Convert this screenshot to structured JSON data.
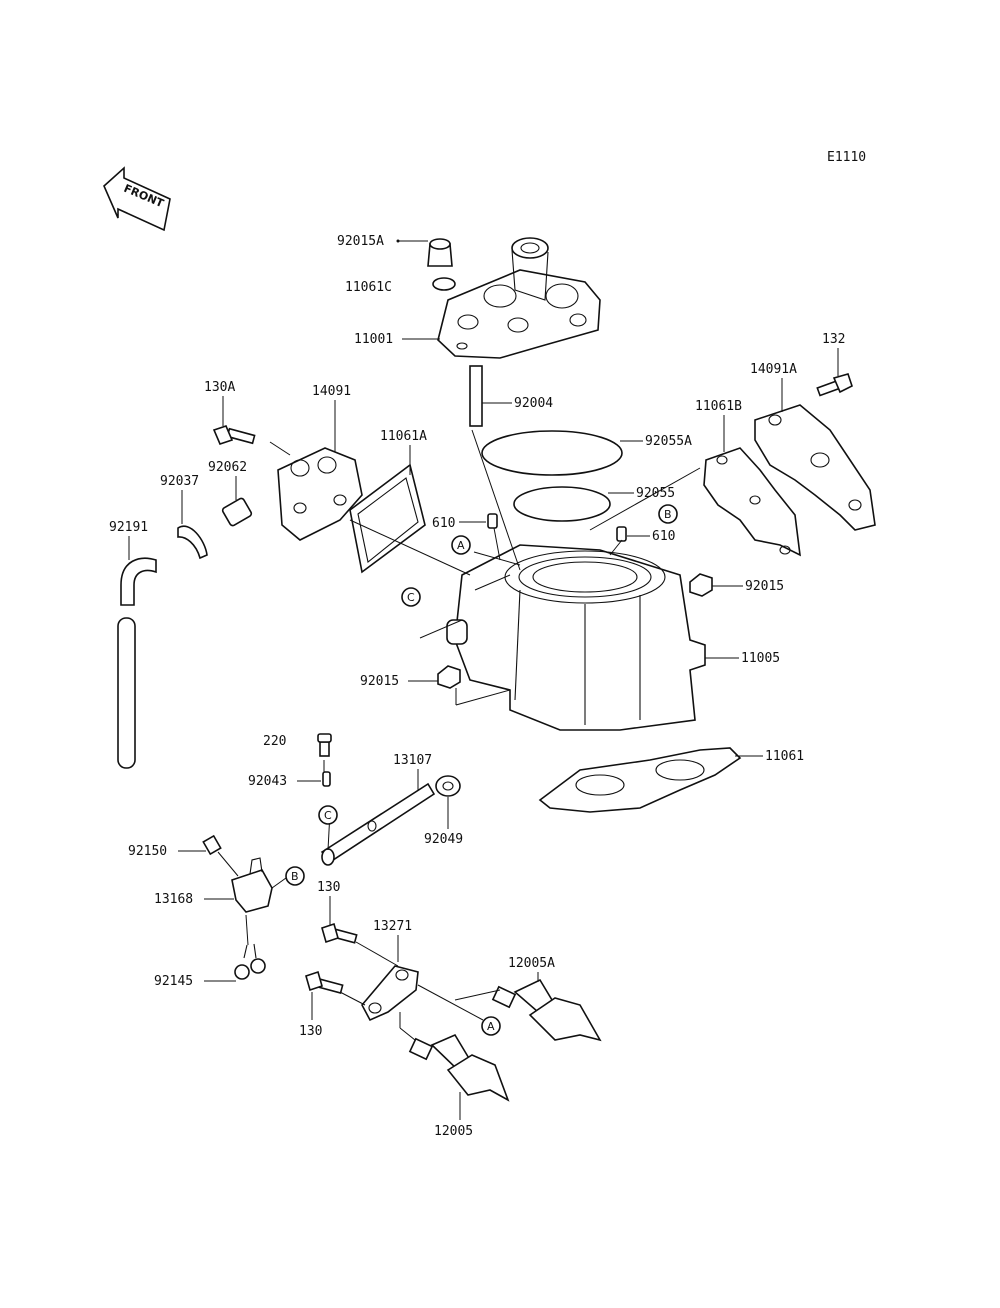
{
  "diagram_code": "E1110",
  "front_label": "FRONT",
  "callouts": [
    "A",
    "B",
    "C"
  ],
  "labels": {
    "p92015A": "92015A",
    "p11061C": "11061C",
    "p11001": "11001",
    "p132": "132",
    "p14091A": "14091A",
    "p11061B": "11061B",
    "p92004": "92004",
    "p92055A": "92055A",
    "p92055": "92055",
    "p130A": "130A",
    "p14091": "14091",
    "p11061A": "11061A",
    "p92037": "92037",
    "p92062": "92062",
    "p92191": "92191",
    "p610a": "610",
    "p610b": "610",
    "p92015a": "92015",
    "p11005": "11005",
    "p92015b": "92015",
    "p220": "220",
    "p92043": "92043",
    "p13107": "13107",
    "p11061": "11061",
    "p92049": "92049",
    "p92150": "92150",
    "p13168": "13168",
    "p130a": "130",
    "p13271": "13271",
    "p12005A": "12005A",
    "p92145": "92145",
    "p130b": "130",
    "p12005": "12005"
  }
}
